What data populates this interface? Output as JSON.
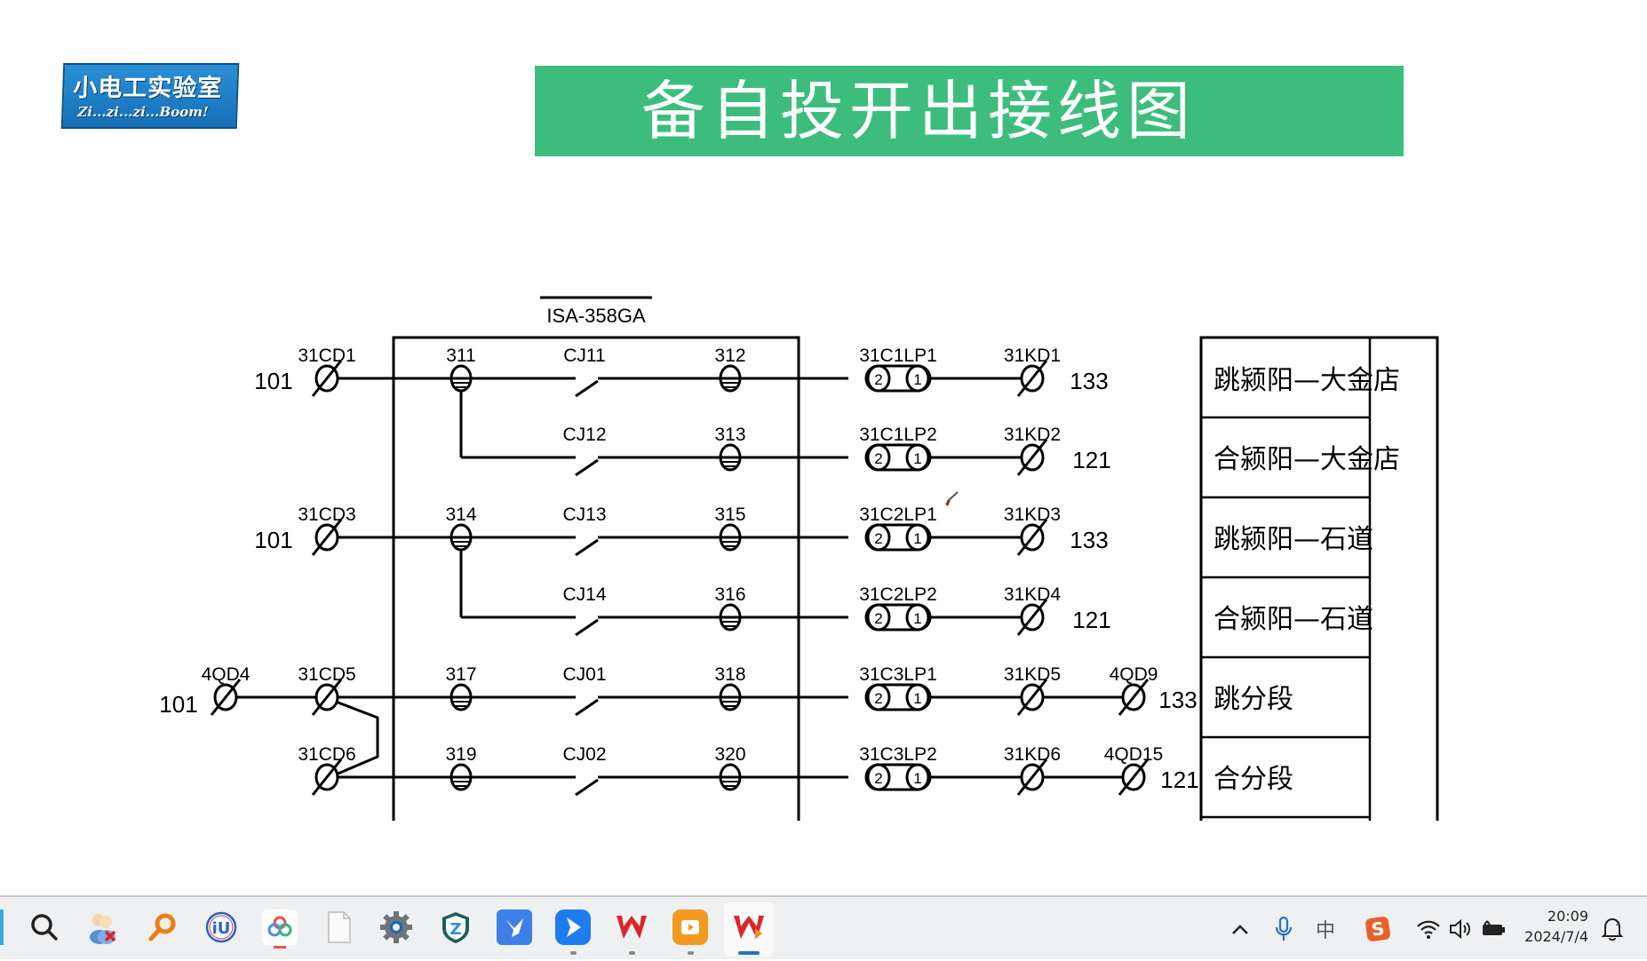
{
  "logo": {
    "title_cn": "小电工实验室",
    "subtitle": "Zi...zi...zi...Boom!"
  },
  "banner": {
    "title": "备自投开出接线图",
    "color": "#3dbd7d"
  },
  "diagram": {
    "device_model": "ISA-358GA",
    "left_inputs": [
      {
        "row": 0,
        "source": "101",
        "terminal": "31CD1"
      },
      {
        "row": 2,
        "source": "101",
        "terminal": "31CD3"
      },
      {
        "row": 4,
        "source": "101",
        "pre_terminal": "4QD4",
        "terminal": "31CD5"
      },
      {
        "row": 5,
        "terminal": "31CD6"
      }
    ],
    "rows": [
      {
        "in_term": "311",
        "contact": "CJ11",
        "out_term": "312",
        "plate": "31C1LP1",
        "plate_left": "2",
        "plate_right": "1",
        "kd": "31KD1",
        "dest": "133",
        "function": "跳颍阳—大金店"
      },
      {
        "in_term": "",
        "contact": "CJ12",
        "out_term": "313",
        "plate": "31C1LP2",
        "plate_left": "2",
        "plate_right": "1",
        "kd": "31KD2",
        "dest": "121",
        "function": "合颍阳—大金店"
      },
      {
        "in_term": "314",
        "contact": "CJ13",
        "out_term": "315",
        "plate": "31C2LP1",
        "plate_left": "2",
        "plate_right": "1",
        "kd": "31KD3",
        "dest": "133",
        "function": "跳颍阳—石道"
      },
      {
        "in_term": "",
        "contact": "CJ14",
        "out_term": "316",
        "plate": "31C2LP2",
        "plate_left": "2",
        "plate_right": "1",
        "kd": "31KD4",
        "dest": "121",
        "function": "合颍阳—石道"
      },
      {
        "in_term": "317",
        "contact": "CJ01",
        "out_term": "318",
        "plate": "31C3LP1",
        "plate_left": "2",
        "plate_right": "1",
        "kd": "31KD5",
        "ext": "4QD9",
        "dest": "133",
        "function": "跳分段"
      },
      {
        "in_term": "319",
        "contact": "CJ02",
        "out_term": "320",
        "plate": "31C3LP2",
        "plate_left": "2",
        "plate_right": "1",
        "kd": "31KD6",
        "ext": "4QD15",
        "dest": "121",
        "function": "合分段"
      }
    ]
  },
  "taskbar": {
    "apps": [
      {
        "name": "search",
        "glyph": "⚲"
      },
      {
        "name": "users-error",
        "glyph": "👥"
      },
      {
        "name": "search-tool",
        "glyph": "⚲"
      },
      {
        "name": "iu-app",
        "glyph": "iU"
      },
      {
        "name": "cloud-app",
        "glyph": "✿"
      },
      {
        "name": "blank-file",
        "glyph": ""
      },
      {
        "name": "settings",
        "glyph": "⚙"
      },
      {
        "name": "shield-browser",
        "glyph": "Z"
      },
      {
        "name": "bird-app",
        "glyph": "✈"
      },
      {
        "name": "feishu-app",
        "glyph": "➤"
      },
      {
        "name": "wps-office",
        "glyph": "W"
      },
      {
        "name": "video-app",
        "glyph": "▶"
      },
      {
        "name": "wps-presentation",
        "glyph": "W"
      }
    ],
    "tray": {
      "chevron": "^",
      "ime": "中",
      "sogou": "S",
      "time": "20:09",
      "date": "2024/7/4"
    }
  }
}
